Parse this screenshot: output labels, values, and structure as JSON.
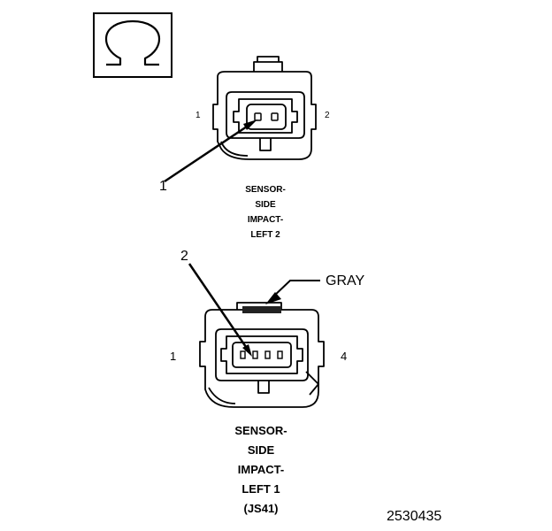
{
  "symbol": {
    "icon": "ohm-icon",
    "glyph": "Ω"
  },
  "connector_top": {
    "callout": "1",
    "pin_left": "1",
    "pin_right": "2",
    "caption_lines": [
      "SENSOR-",
      "SIDE",
      "IMPACT-",
      "LEFT 2"
    ]
  },
  "connector_bottom": {
    "callout": "2",
    "color_label": "GRAY",
    "pin_left": "1",
    "pin_right": "4",
    "caption_lines": [
      "SENSOR-",
      "SIDE",
      "IMPACT-",
      "LEFT 1",
      "(JS41)"
    ]
  },
  "figure_number": "2530435"
}
